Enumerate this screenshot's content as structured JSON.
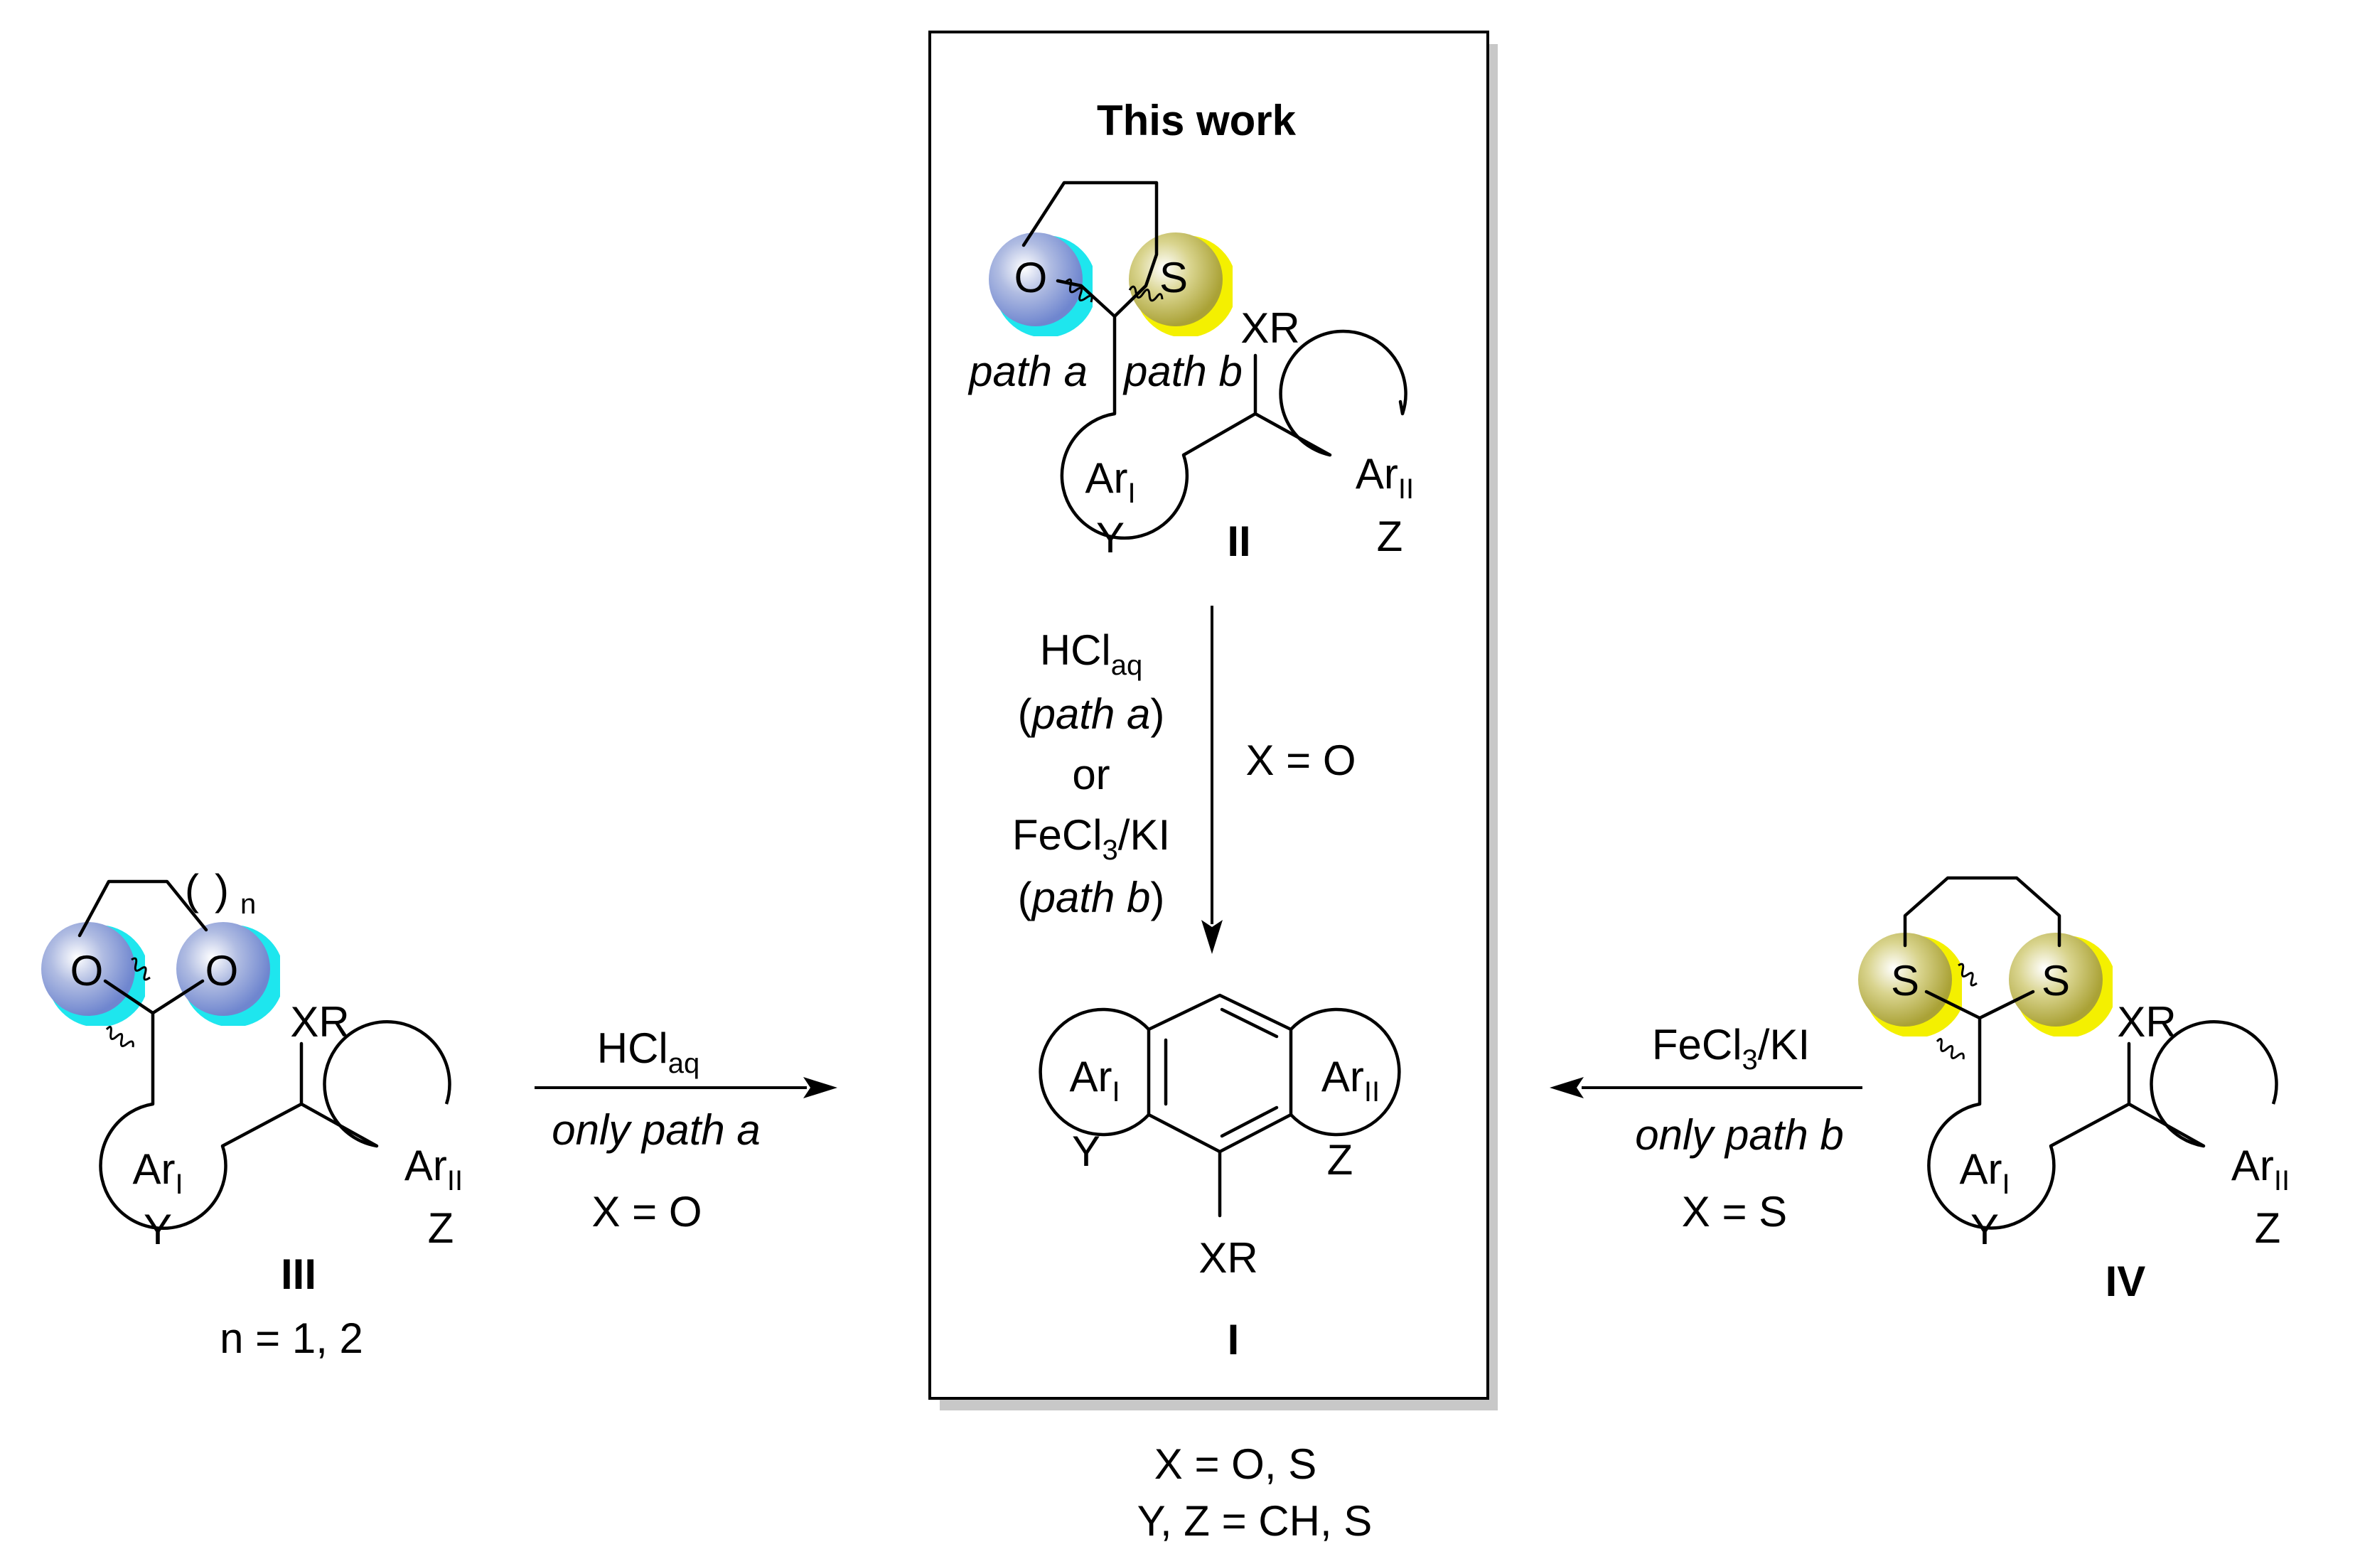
{
  "box": {
    "title": "This work"
  },
  "compounds": {
    "I": "I",
    "II": "II",
    "III": "III",
    "IV": "IV"
  },
  "atoms": {
    "oxygen": "O",
    "sulfur": "S",
    "xr": "XR",
    "ar": "Ar",
    "ar_sub_1": "I",
    "ar_sub_2": "II",
    "y": "Y",
    "z": "Z",
    "ring_size_n": "n"
  },
  "paths": {
    "path_a": "path a",
    "path_b": "path b"
  },
  "conditions_center": {
    "reagent1": "HCl",
    "reagent1_sub": "aq",
    "reagent1_path": "path a",
    "or": "or",
    "reagent2_pre": "FeCl",
    "reagent2_sub": "3",
    "reagent2_post": "/KI",
    "reagent2_path": "path b",
    "condition": "X = O"
  },
  "conditions_left": {
    "reagent": "HCl",
    "reagent_sub": "aq",
    "path_note": "only path a",
    "condition": "X = O"
  },
  "conditions_right": {
    "reagent_pre": "FeCl",
    "reagent_sub": "3",
    "reagent_post": "/KI",
    "path_note": "only path b",
    "condition": "X = S"
  },
  "notes": {
    "n_values": "n = 1, 2",
    "x_values": "X = O, S",
    "yz_values": "Y, Z = CH, S"
  },
  "colors": {
    "path_a": "#e8141b",
    "path_b": "#1414e6",
    "oxygen_highlight": "#1ee6ee",
    "sulfur_highlight": "#f4f000",
    "box_shadow": "#c8c8c8"
  }
}
